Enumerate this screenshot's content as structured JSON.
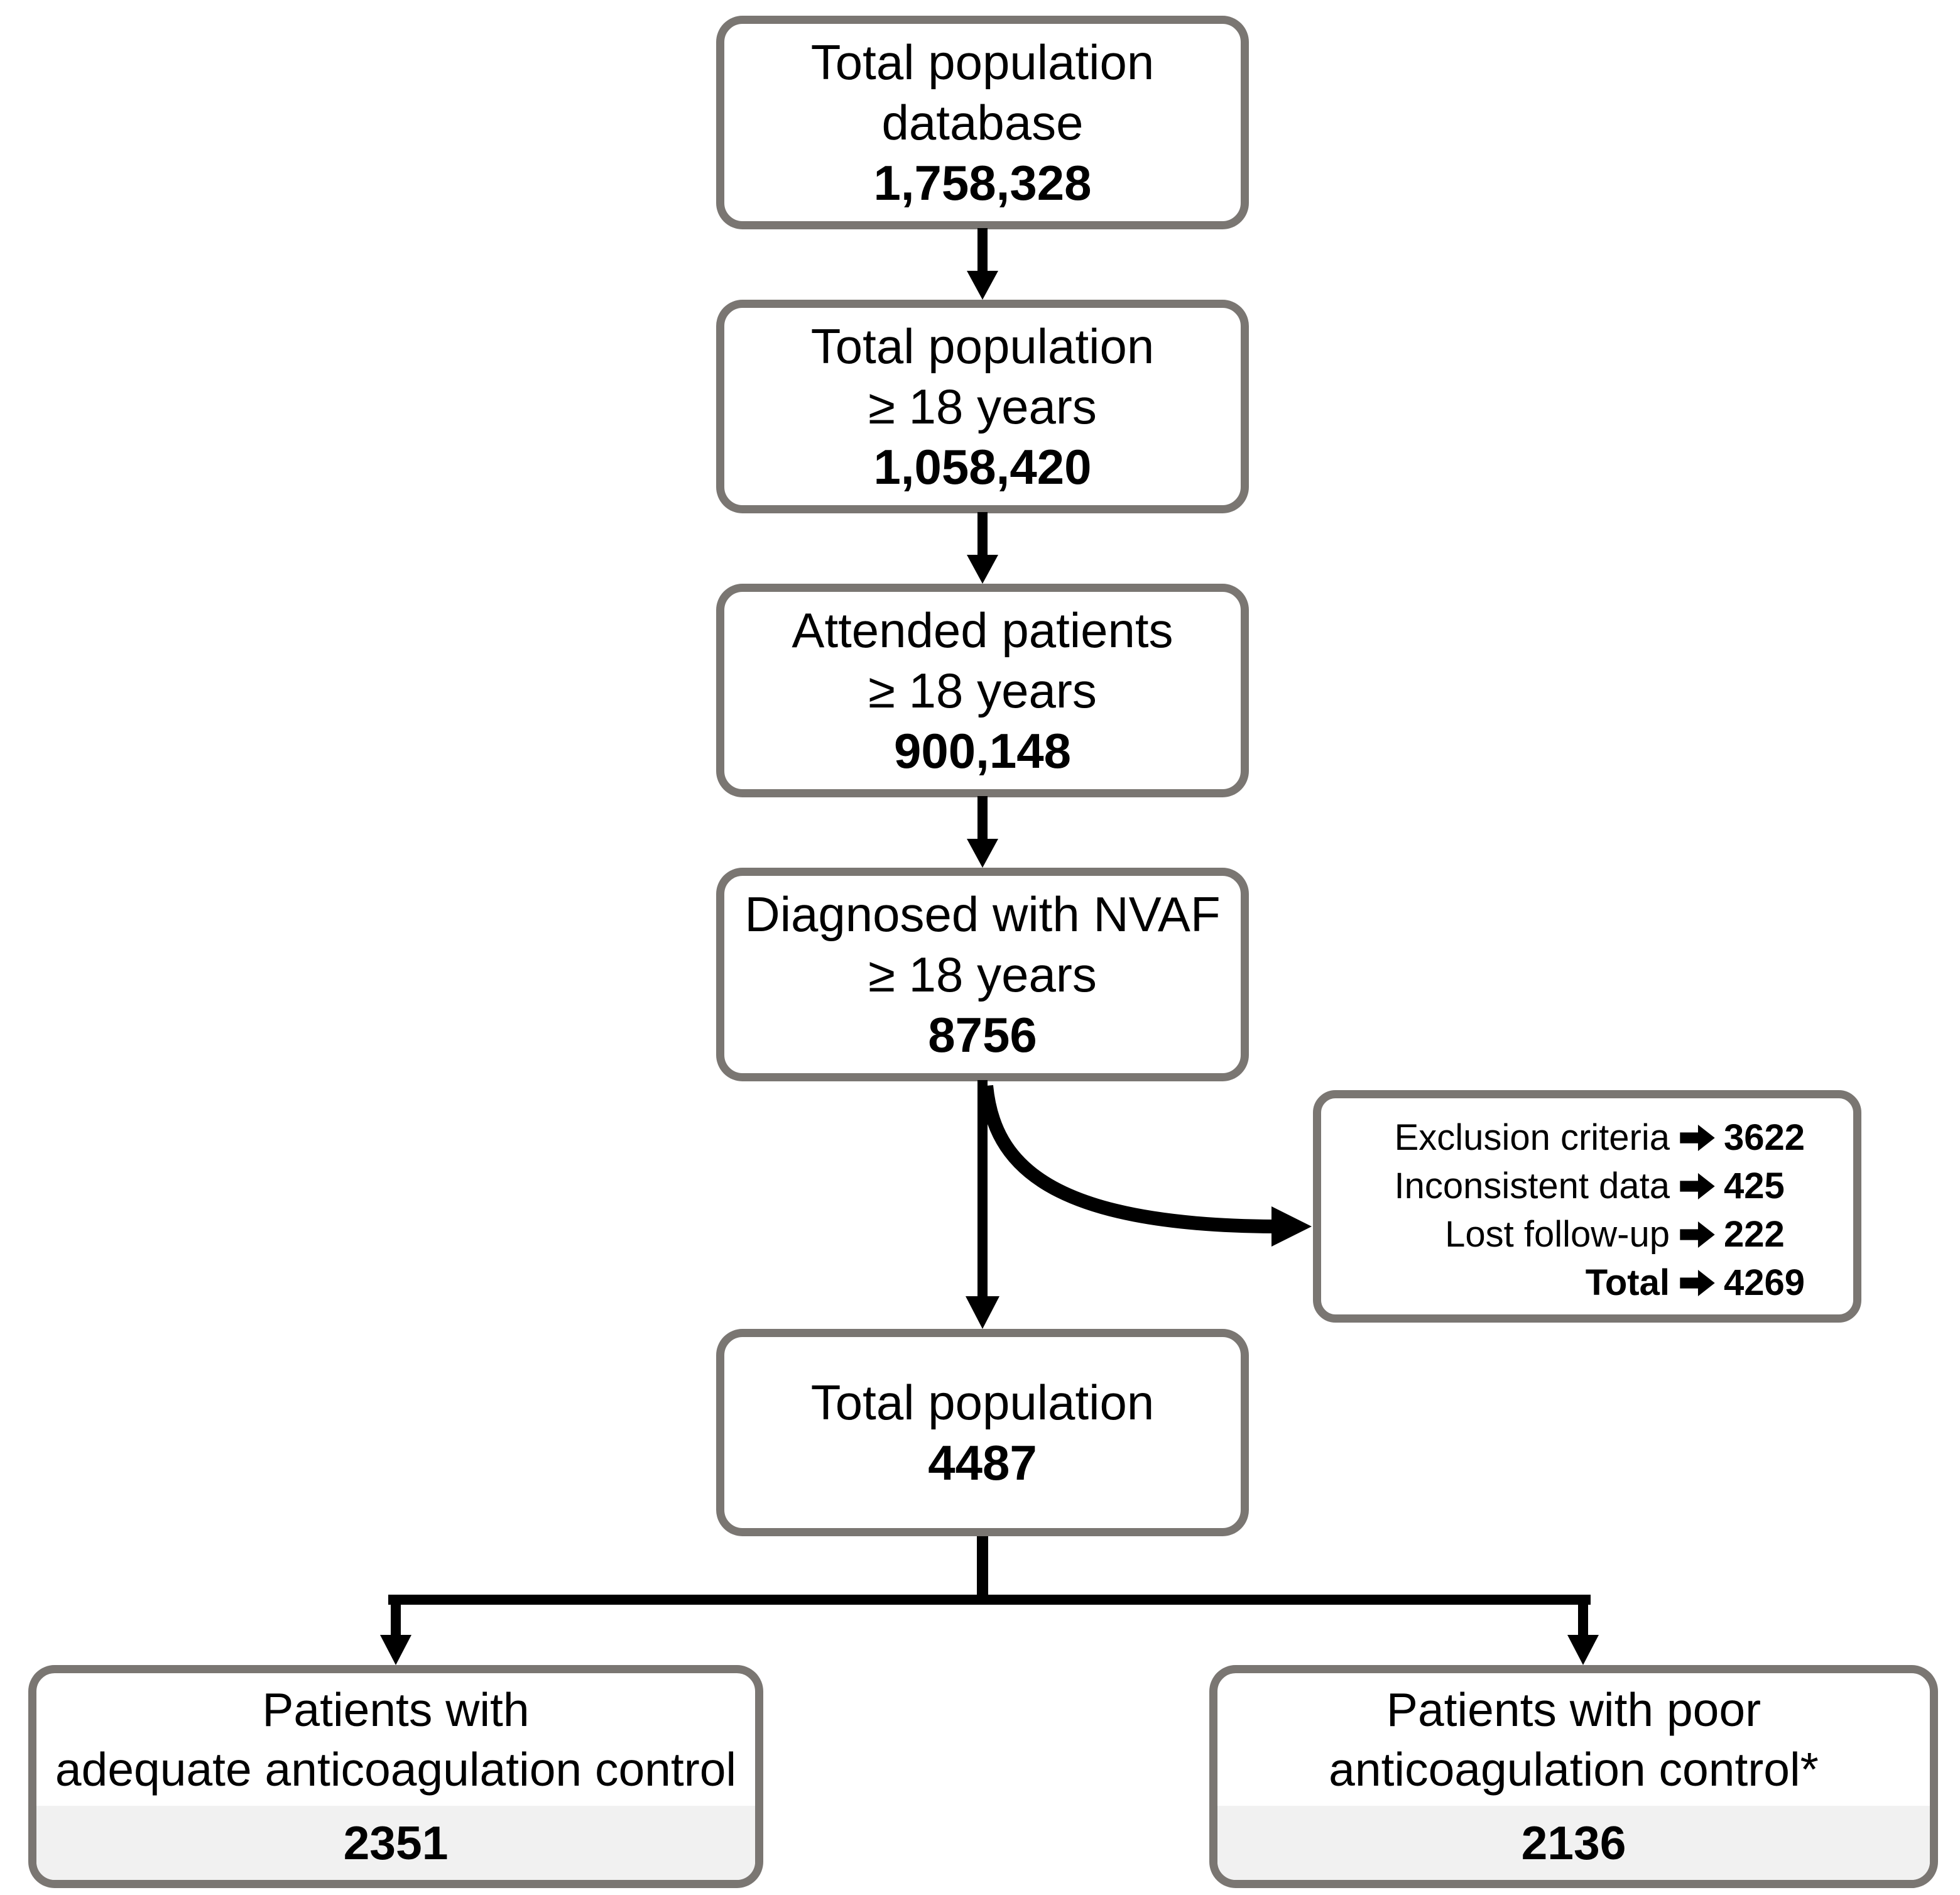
{
  "diagram": {
    "boxes": [
      {
        "lines": [
          "Total population",
          "database"
        ],
        "value": "1,758,328"
      },
      {
        "lines": [
          "Total population",
          "≥ 18 years"
        ],
        "value": "1,058,420"
      },
      {
        "lines": [
          "Attended patients",
          "≥ 18 years"
        ],
        "value": "900,148"
      },
      {
        "lines": [
          "Diagnosed with NVAF",
          "≥ 18 years"
        ],
        "value": "8756"
      },
      {
        "lines": [
          "Total population"
        ],
        "value": "4487"
      }
    ],
    "exclusion_box": {
      "rows": [
        {
          "label": "Exclusion criteria",
          "value": "3622"
        },
        {
          "label": "Inconsistent data",
          "value": "425"
        },
        {
          "label": "Lost follow-up",
          "value": "222"
        },
        {
          "label": "Total",
          "value": "4269"
        }
      ]
    },
    "outcome_boxes": [
      {
        "lines": [
          "Patients with",
          "adequate anticoagulation control"
        ],
        "value": "2351"
      },
      {
        "lines": [
          "Patients with poor",
          "anticoagulation control*"
        ],
        "value": "2136"
      }
    ],
    "colors": {
      "box_border": "#7a7672",
      "band_bg": "#f1f1f1",
      "arrow": "#000000",
      "background": "#ffffff"
    }
  }
}
